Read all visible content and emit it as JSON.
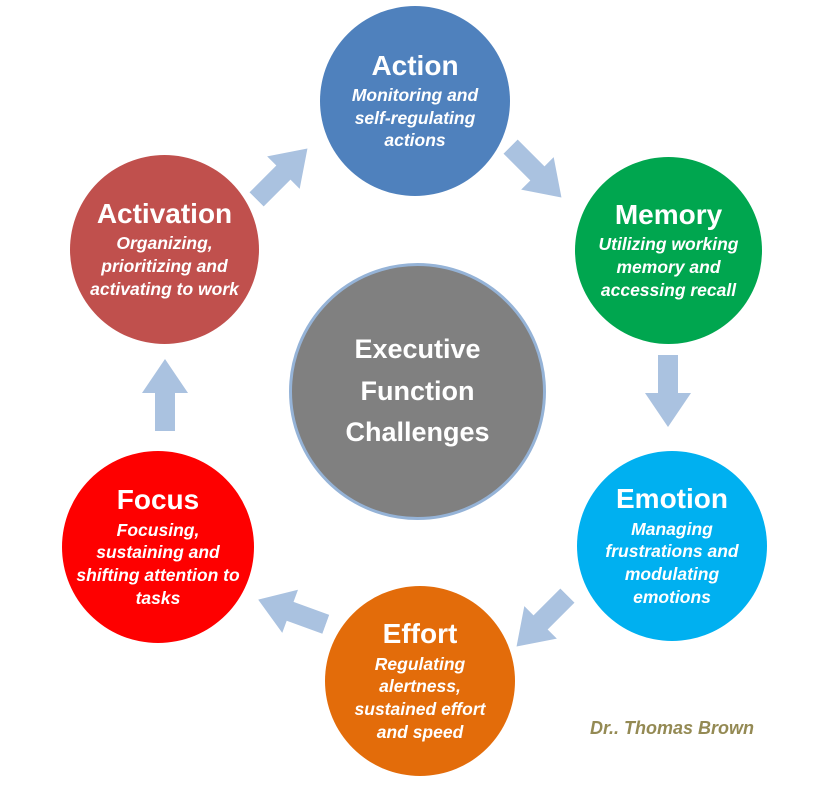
{
  "title": "Executive Function Challenges",
  "credit": "Dr.. Thomas Brown",
  "colors": {
    "action": "#4f81bd",
    "memory": "#00a64f",
    "emotion": "#00b0f0",
    "effort": "#e36c0a",
    "focus": "#fe0000",
    "activation": "#c0504d",
    "center_fill": "#808080",
    "center_border": "#95b3d7",
    "arrow": "#aac2e0",
    "credit_color": "#948a54"
  },
  "nodes": [
    {
      "id": "action",
      "label": "Action",
      "description": "Monitoring and self-regulating actions"
    },
    {
      "id": "memory",
      "label": "Memory",
      "description": "Utilizing working memory and accessing recall"
    },
    {
      "id": "emotion",
      "label": "Emotion",
      "description": "Managing frustrations and modulating emotions"
    },
    {
      "id": "effort",
      "label": "Effort",
      "description": "Regulating alertness, sustained effort and speed"
    },
    {
      "id": "focus",
      "label": "Focus",
      "description": "Focusing, sustaining and shifting attention to tasks"
    },
    {
      "id": "activation",
      "label": "Activation",
      "description": "Organizing, prioritizing and activating to work"
    }
  ],
  "flow": [
    "activation -> action",
    "action -> memory",
    "memory -> emotion",
    "emotion -> effort",
    "effort -> focus",
    "focus -> activation"
  ]
}
